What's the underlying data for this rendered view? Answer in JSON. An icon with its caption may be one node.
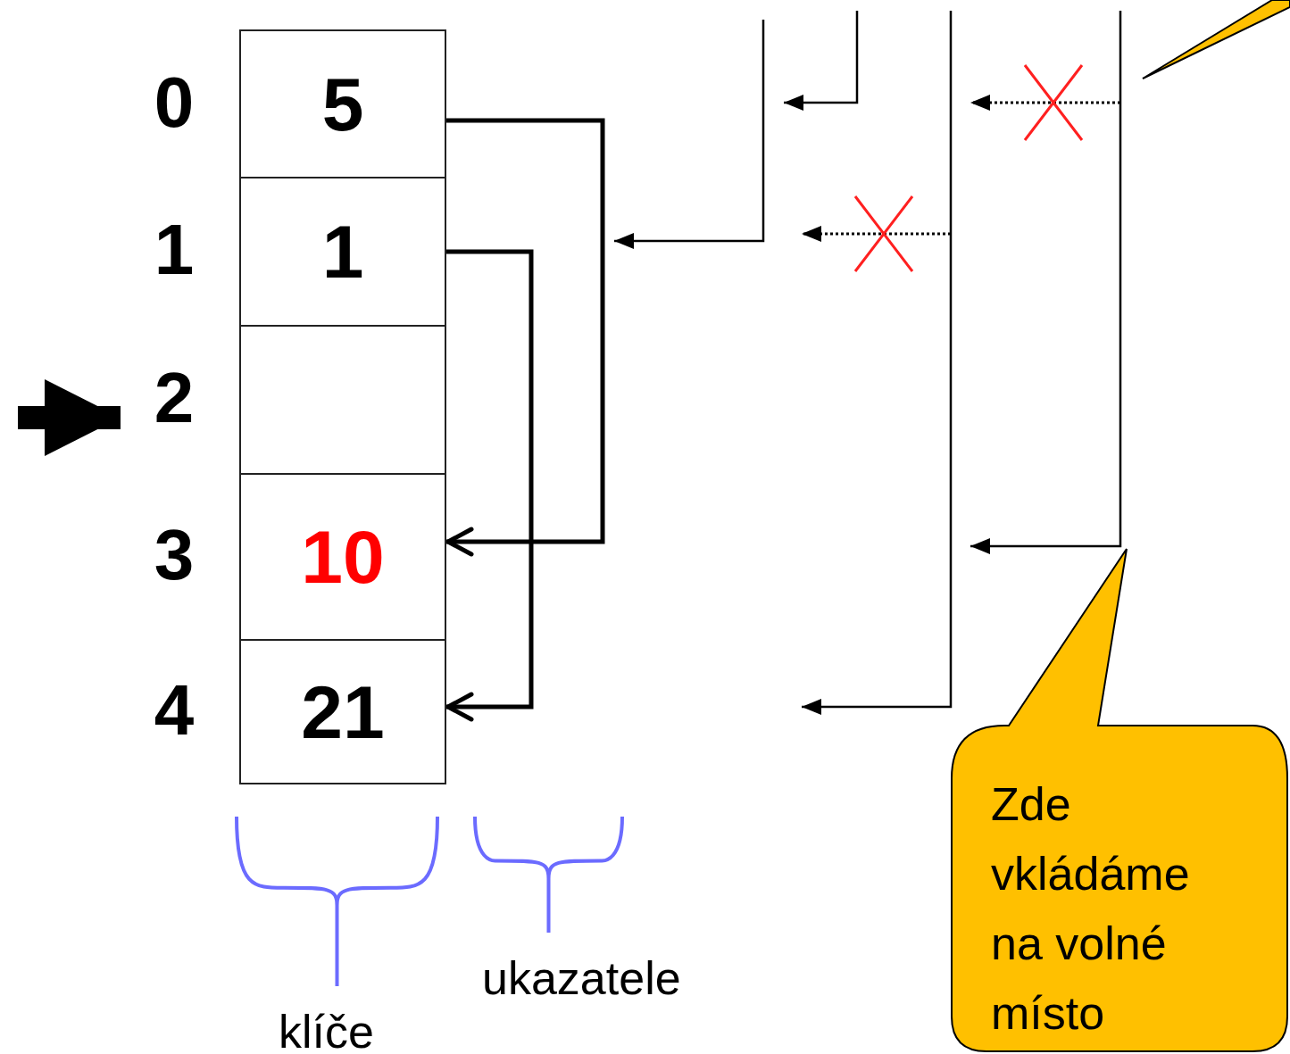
{
  "diagram": {
    "nodes": [
      {
        "text": [
          "5"
        ],
        "beside": [
          "0"
        ]
      },
      {
        "text": [
          "1"
        ],
        "beside": [
          "1"
        ]
      },
      {
        "text": [],
        "shape": "box",
        "beside": [
          "2"
        ]
      },
      {
        "text": [
          "10"
        ],
        "beside": [
          "3"
        ]
      },
      {
        "text": [
          "21"
        ],
        "beside": [
          "4"
        ]
      },
      {
        "text": [
          "Zde vkládáme na volné místo"
        ]
      }
    ],
    "edges": [
      {
        "from": 0,
        "to": 3,
        "arrow": "to"
      },
      {
        "from": 1,
        "to": 4,
        "arrow": "to"
      },
      {
        "from": null,
        "to": 2,
        "arrow": "to",
        "style": "thick"
      }
    ],
    "labels": [
      "klíče",
      "ukazatele"
    ]
  }
}
